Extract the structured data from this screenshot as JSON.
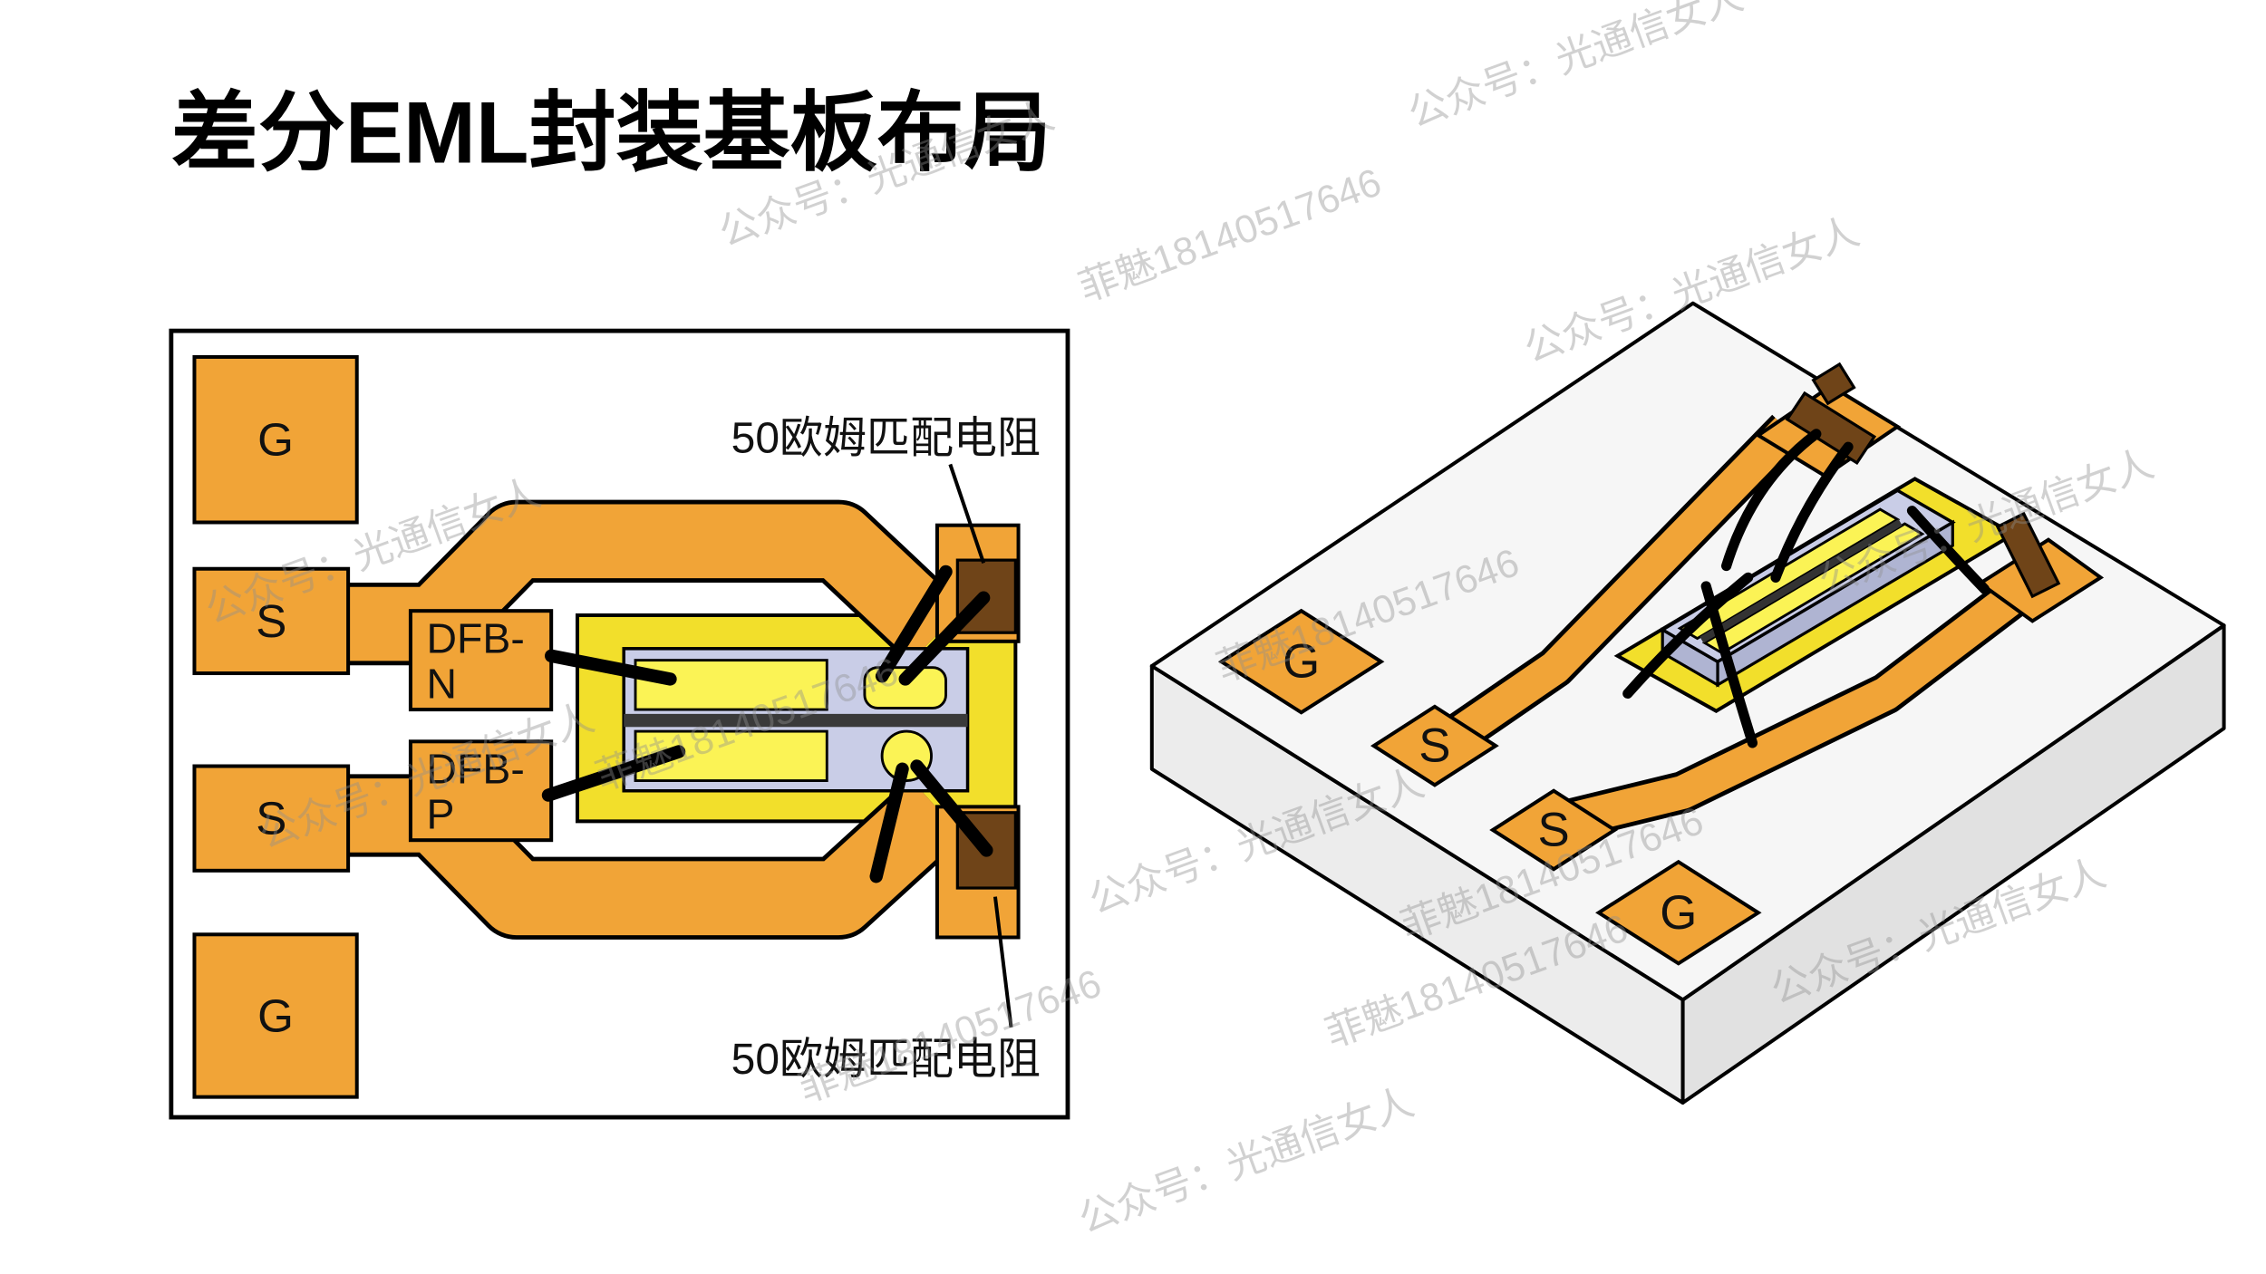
{
  "title": "差分EML封装基板布局",
  "left_view": {
    "pad_g_top": "G",
    "pad_s_top": "S",
    "pad_s_bottom": "S",
    "pad_g_bottom": "G",
    "dfb_n_line1": "DFB-",
    "dfb_n_line2": "N",
    "dfb_p_line1": "DFB-",
    "dfb_p_line2": "P",
    "resistor_label_top": "50欧姆匹配电阻",
    "resistor_label_bottom": "50欧姆匹配电阻"
  },
  "iso_view": {
    "pad_g_left": "G",
    "pad_s_upper": "S",
    "pad_s_lower": "S",
    "pad_g_right": "G"
  },
  "watermarks": {
    "account": "公众号：光通信女人",
    "id": "菲魅18140517646"
  },
  "colors": {
    "trace_orange": "#F1A437",
    "carrier_yellow": "#F2DF2B",
    "chip_yellow": "#FBF355",
    "eml_lavender": "#C9CDE7",
    "eml_side": "#AFB4D2",
    "resistor_brown": "#6F4418",
    "substrate_top": "#F6F6F6",
    "substrate_left": "#ECECEC",
    "substrate_right": "#E1E1E1"
  }
}
